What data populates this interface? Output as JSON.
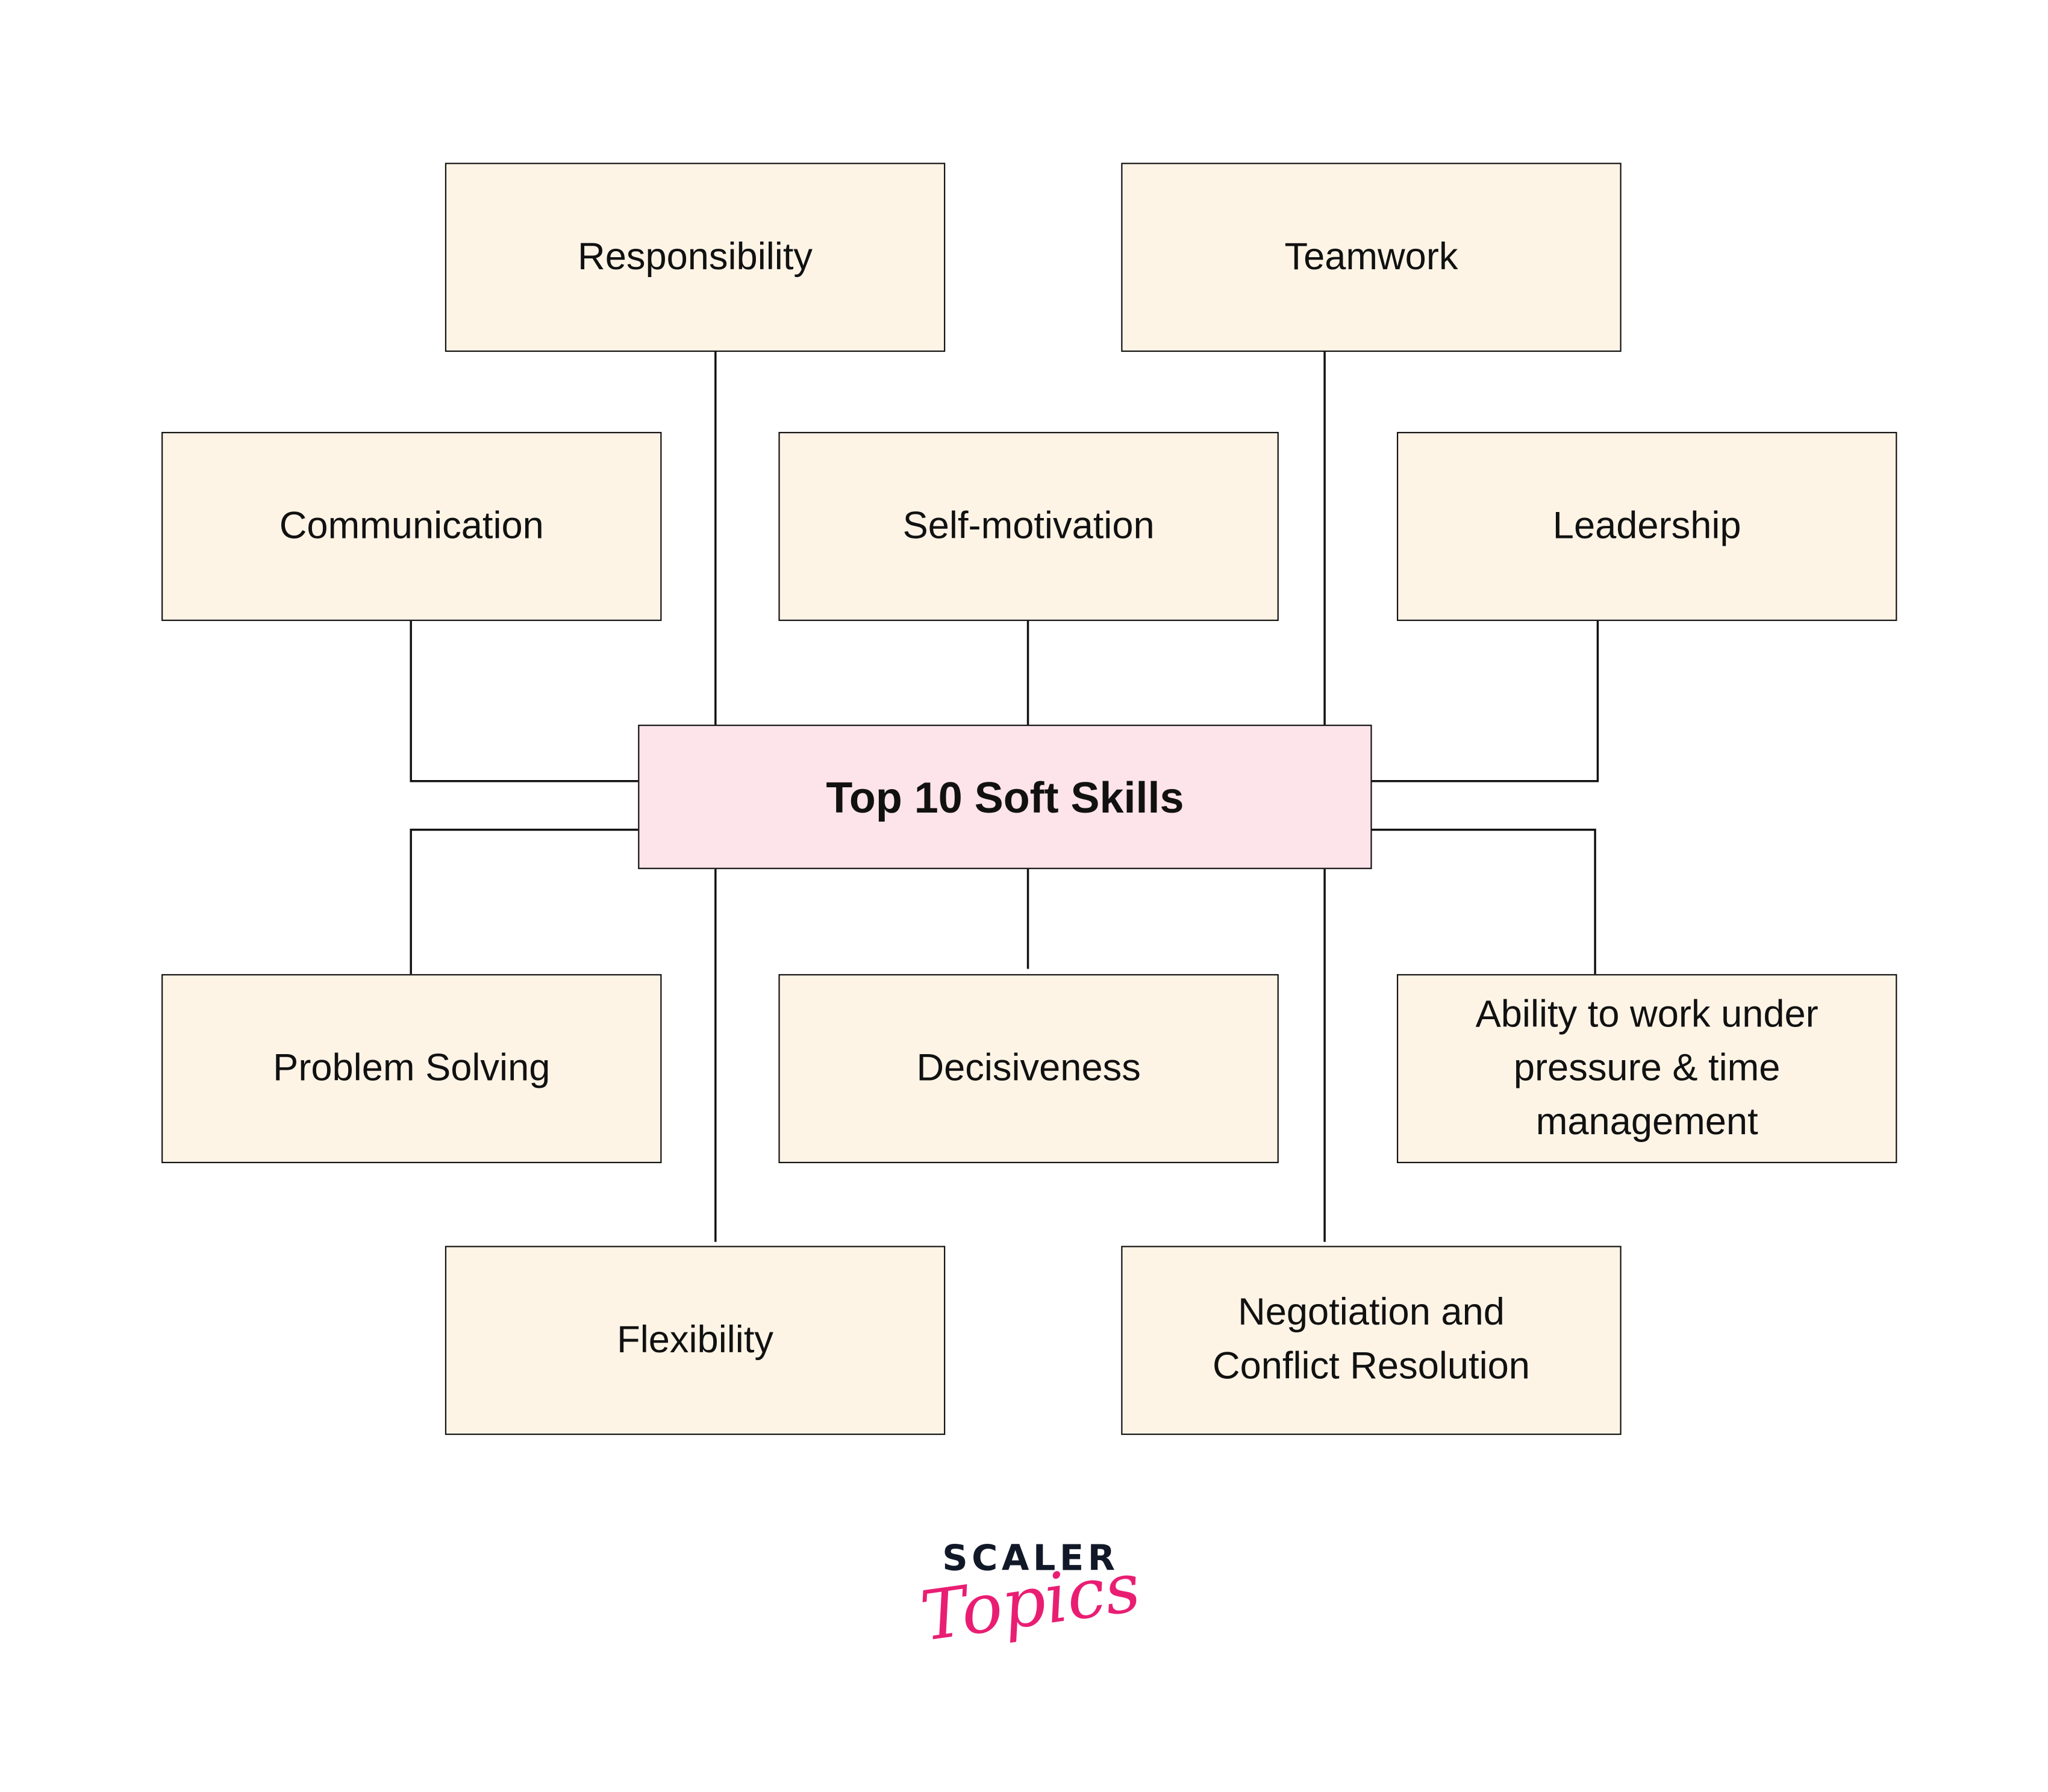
{
  "diagram": {
    "center": "Top 10 Soft Skills",
    "skills": {
      "responsibility": "Responsibility",
      "teamwork": "Teamwork",
      "communication": "Communication",
      "self_motivation": "Self-motivation",
      "leadership": "Leadership",
      "problem_solving": "Problem Solving",
      "decisiveness": "Decisiveness",
      "pressure": "Ability to work under pressure & time management",
      "flexibility": "Flexibility",
      "negotiation": "Negotiation and Conflict Resolution"
    }
  },
  "logo": {
    "line1": "SCALER",
    "line2": "Topics"
  },
  "colors": {
    "box_fill": "#fdf4e6",
    "center_fill": "#fde4ea",
    "logo_dark": "#111827",
    "logo_pink": "#e91e73"
  }
}
